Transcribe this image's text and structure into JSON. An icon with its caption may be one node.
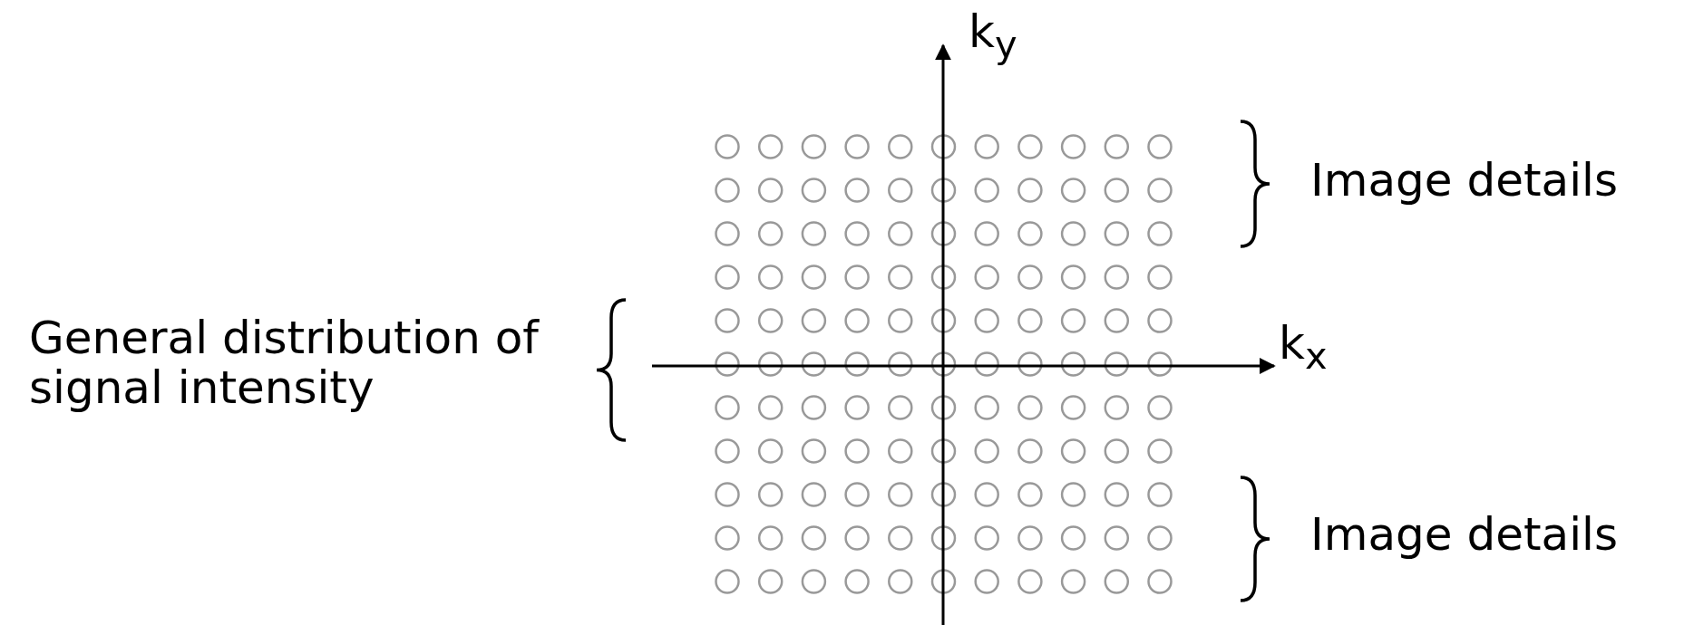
{
  "diagram": {
    "labels": [
      "k$_{y}$",
      "Image details",
      "General distribution of signal intensity",
      "k$_{x}$",
      "Image details"
    ]
  }
}
